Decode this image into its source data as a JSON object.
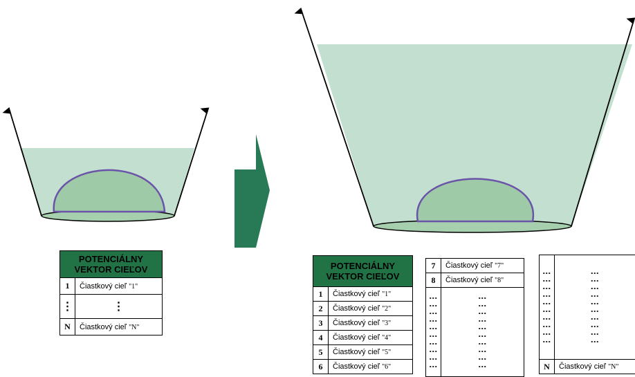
{
  "colors": {
    "liquid": "#c2dfd0",
    "dome": "#9ecaa8",
    "dome_stroke": "#6a53a8",
    "base": "#a6cfae",
    "arrow": "#277a55",
    "header": "#217346"
  },
  "small_vector": {
    "header": "POTENCIÁLNY VEKTOR CIEĽOV",
    "rows": [
      {
        "num": "1",
        "label": "Čiastkový cieľ",
        "quote": "\"1\""
      },
      {
        "num": "⋮",
        "label": "⋮",
        "quote": ""
      },
      {
        "num": "N",
        "label": "Čiastkový cieľ",
        "quote": "\"N\""
      }
    ]
  },
  "large_vector": {
    "header": "POTENCIÁLNY VEKTOR CIEĽOV",
    "rows": [
      {
        "num": "1",
        "label": "Čiastkový cieľ",
        "quote": "\"1\""
      },
      {
        "num": "2",
        "label": "Čiastkový cieľ",
        "quote": "\"2\""
      },
      {
        "num": "3",
        "label": "Čiastkový cieľ",
        "quote": "\"3\""
      },
      {
        "num": "4",
        "label": "Čiastkový cieľ",
        "quote": "\"4\""
      },
      {
        "num": "5",
        "label": "Čiastkový cieľ",
        "quote": "\"5\""
      },
      {
        "num": "6",
        "label": "Čiastkový cieľ",
        "quote": "\"6\""
      }
    ],
    "continuation": [
      {
        "num": "7",
        "label": "Čiastkový cieľ",
        "quote": "\"7\""
      },
      {
        "num": "8",
        "label": "Čiastkový cieľ",
        "quote": "\"8\""
      }
    ],
    "last": {
      "num": "N",
      "label": "Čiastkový cieľ",
      "quote": "\"N\""
    },
    "ellipsis": "⋮⋮⋮⋮⋮⋮⋮⋮⋮⋮"
  }
}
